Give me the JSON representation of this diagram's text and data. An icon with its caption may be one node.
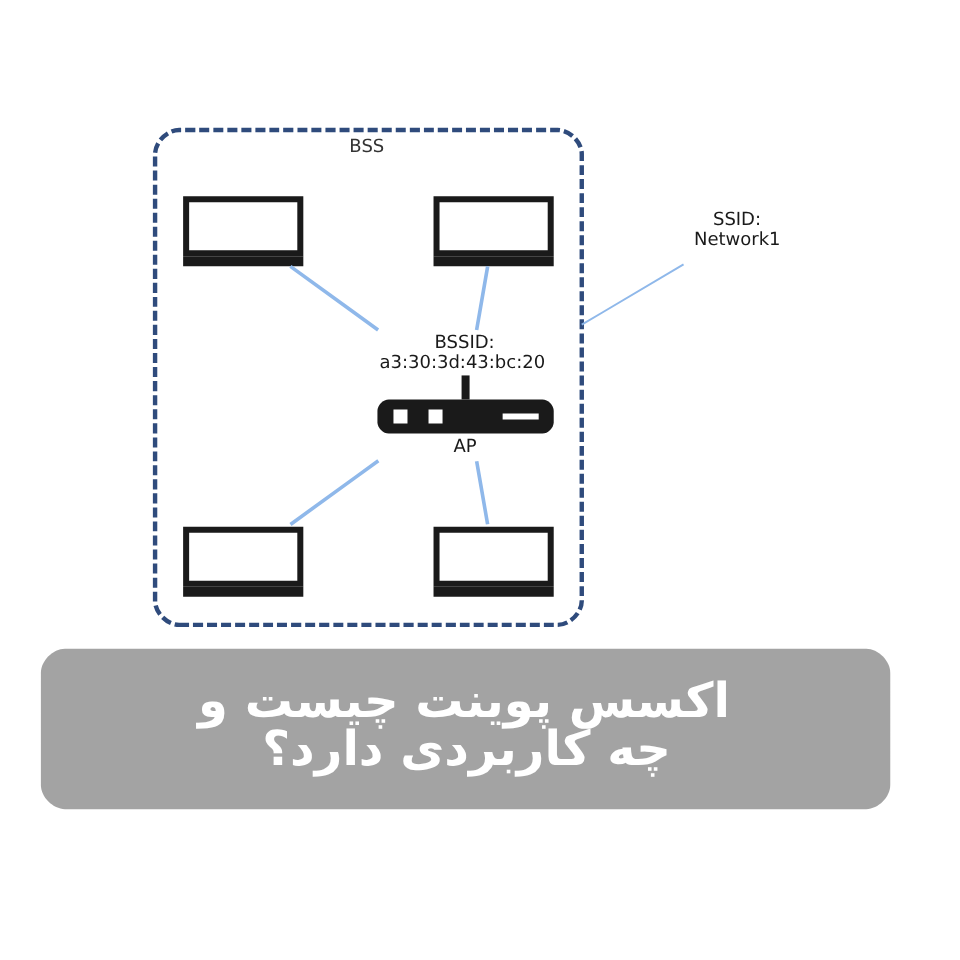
{
  "diagram": {
    "title": "اکسس پوینت چیست و چه کاربردی دارد؟",
    "nodes": [
      {
        "text": [
          "BSS"
        ]
      },
      {
        "text": [],
        "shape": "laptop",
        "in": 0
      },
      {
        "text": [],
        "shape": "laptop",
        "in": 0
      },
      {
        "text": [
          "AP"
        ],
        "beside": [
          "BSSID: a3:30:3d:43:bc:20"
        ],
        "in": 0
      },
      {
        "text": [],
        "shape": "laptop",
        "in": 0
      },
      {
        "text": [],
        "shape": "laptop",
        "in": 0
      },
      {
        "text": [
          "SSID: Network1"
        ]
      }
    ],
    "edges": [
      {
        "from": 3,
        "to": 1,
        "arrow": "none"
      },
      {
        "from": 3,
        "to": 2,
        "arrow": "none"
      },
      {
        "from": 3,
        "to": 4,
        "arrow": "none"
      },
      {
        "from": 3,
        "to": 5,
        "arrow": "none"
      },
      {
        "from": 6,
        "to": 0,
        "arrow": "none"
      }
    ]
  }
}
